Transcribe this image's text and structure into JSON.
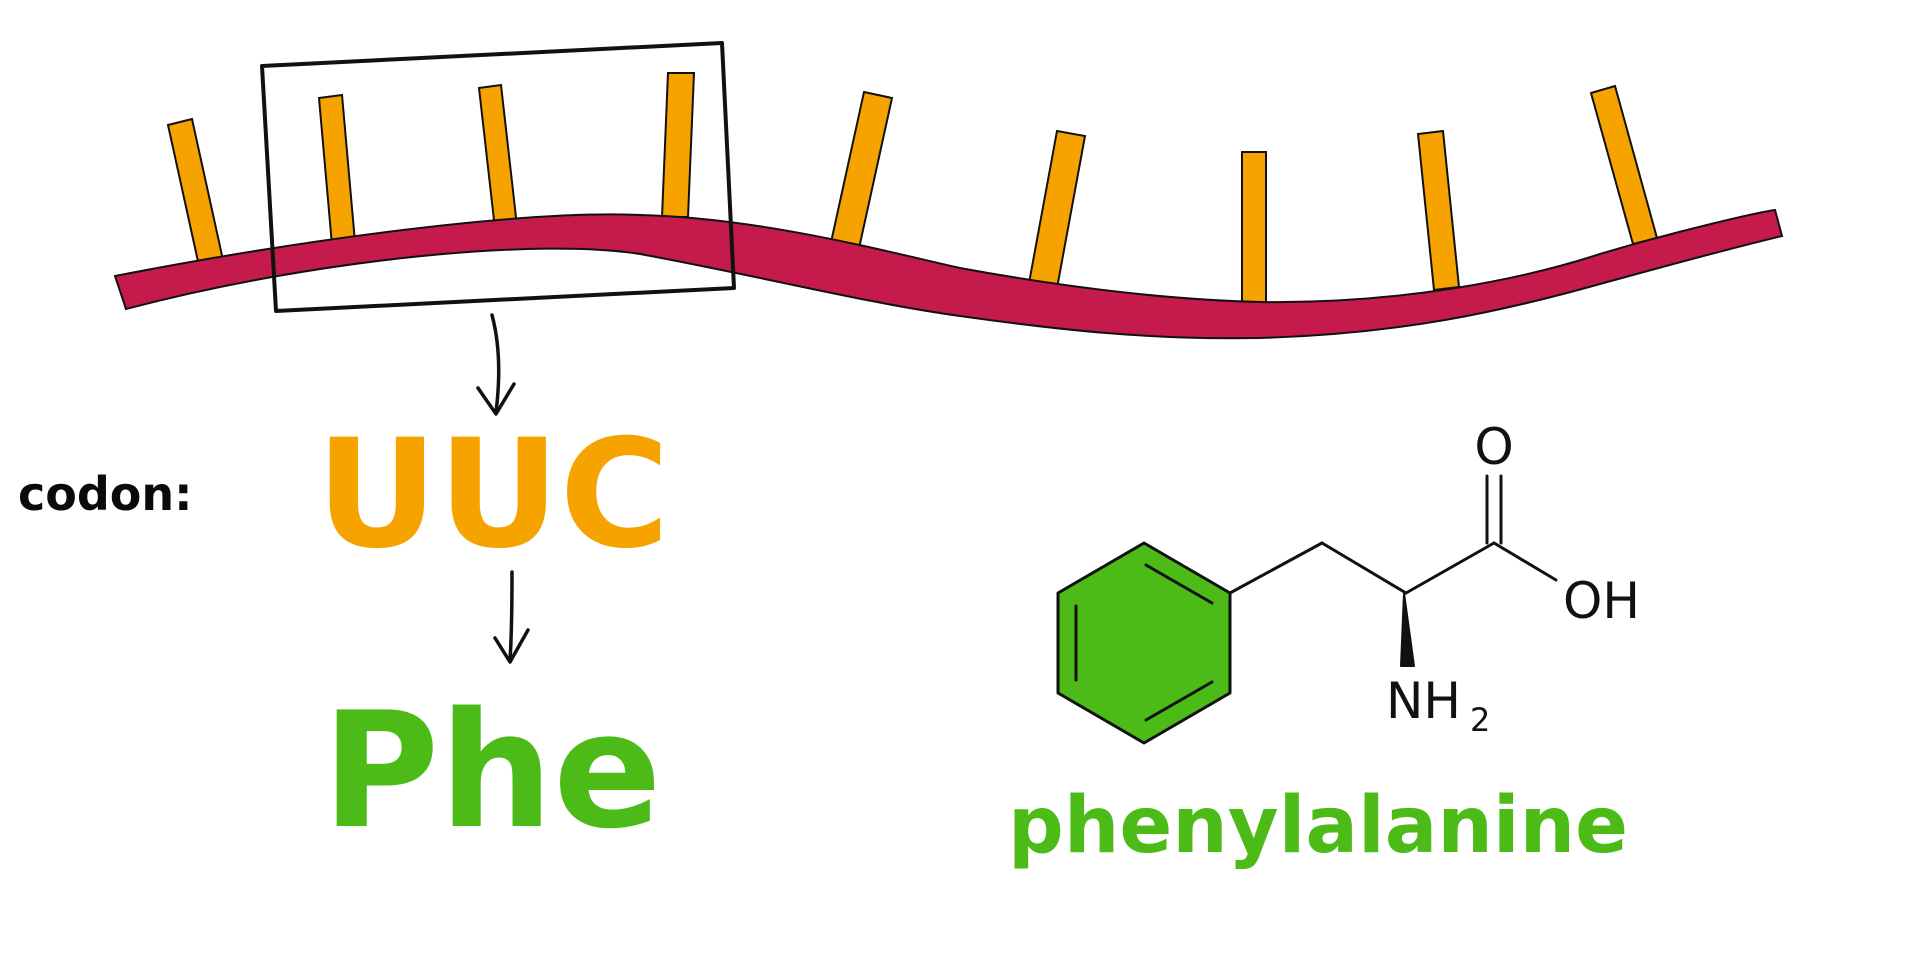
{
  "colors": {
    "backbone": "#c41a4c",
    "base": "#f6a300",
    "codon_text": "#f6a300",
    "amino_text": "#4cbb17",
    "ring_fill": "#4cbb17",
    "ink": "#111111"
  },
  "labels": {
    "codon_label": "codon:",
    "codon_sequence": "UUC",
    "amino_abbrev": "Phe",
    "amino_name": "phenylalanine"
  },
  "molecule": {
    "atom_o": "O",
    "atom_oh": "OH",
    "atom_n": "NH",
    "atom_n_sub": "2"
  },
  "mrna": {
    "base_count": 9,
    "highlighted_codon_bases": [
      2,
      3,
      4
    ]
  }
}
